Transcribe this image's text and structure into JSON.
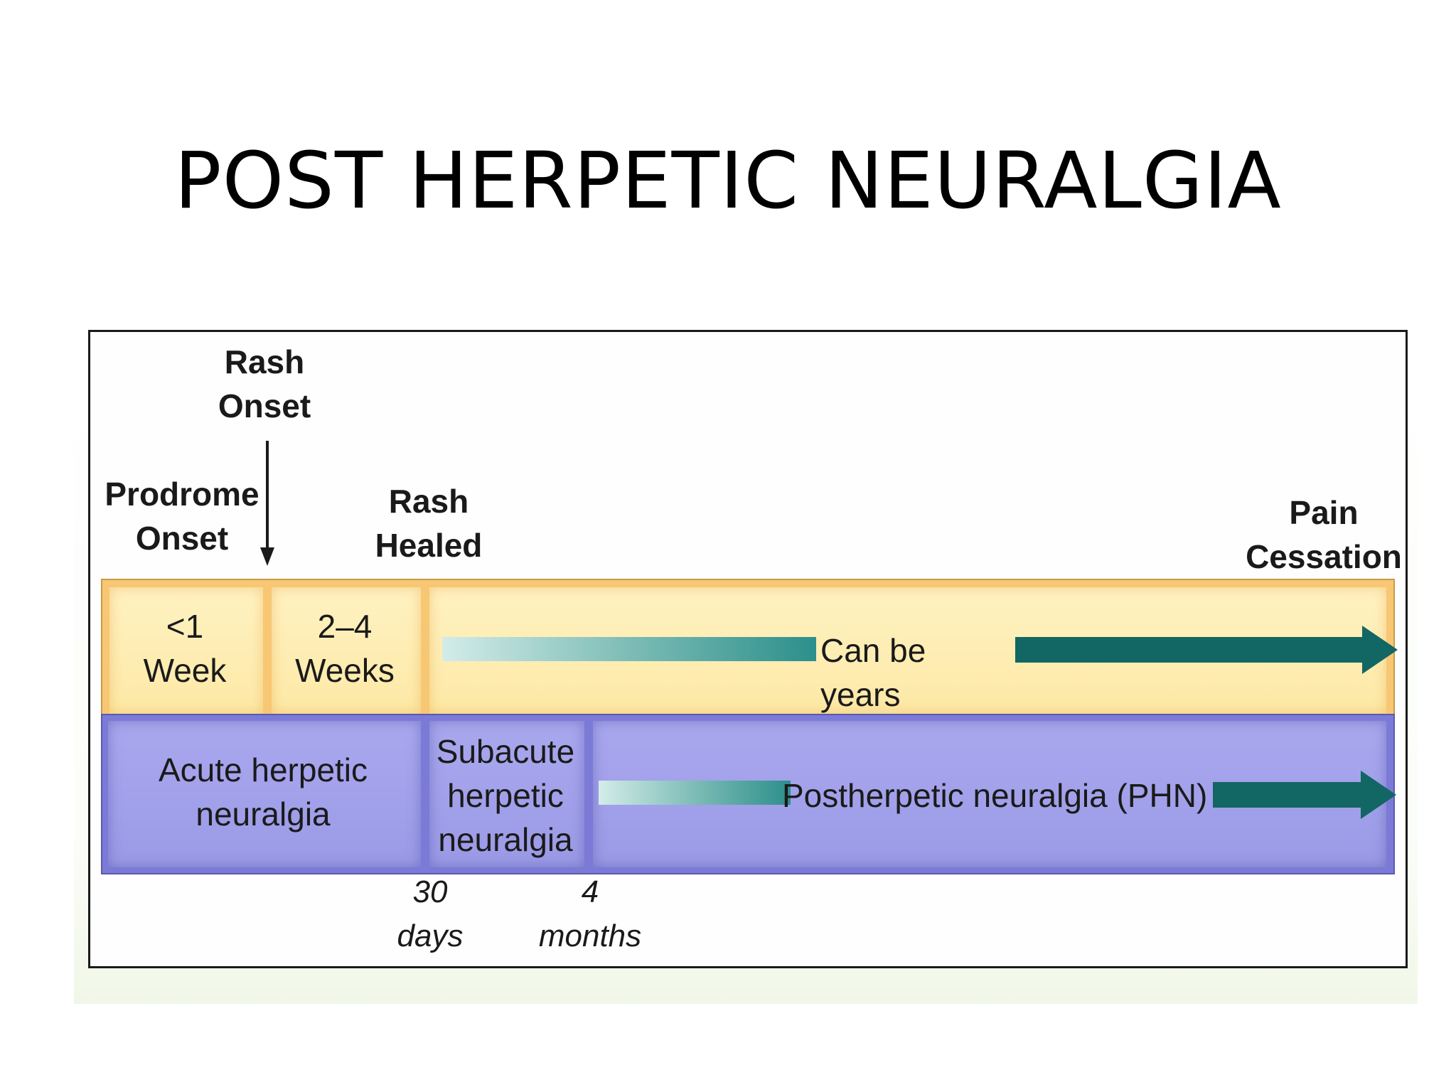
{
  "slide": {
    "title": "POST HERPETIC NEURALGIA"
  },
  "diagram": {
    "labels": {
      "rash_onset": [
        "Rash",
        "Onset"
      ],
      "prodrome_onset": [
        "Prodrome",
        "Onset"
      ],
      "rash_healed": [
        "Rash",
        "Healed"
      ],
      "pain_cessation": [
        "Pain",
        "Cessation"
      ]
    },
    "top_row": {
      "cell_1": [
        "<1",
        "Week"
      ],
      "cell_2": [
        "2–4",
        "Weeks"
      ],
      "cell_3": "Can be years"
    },
    "bottom_row": {
      "cell_1": [
        "Acute herpetic",
        "neuralgia"
      ],
      "cell_2": [
        "Subacute",
        "herpetic",
        "neuralgia"
      ],
      "cell_3": "Postherpetic neuralgia (PHN)"
    },
    "ticks": {
      "t30": [
        "30",
        "days"
      ],
      "t4": [
        "4",
        "months"
      ]
    },
    "colors": {
      "top_band": "#f7c774",
      "bottom_band": "#7b7ad6",
      "arrow": "#126664"
    }
  }
}
